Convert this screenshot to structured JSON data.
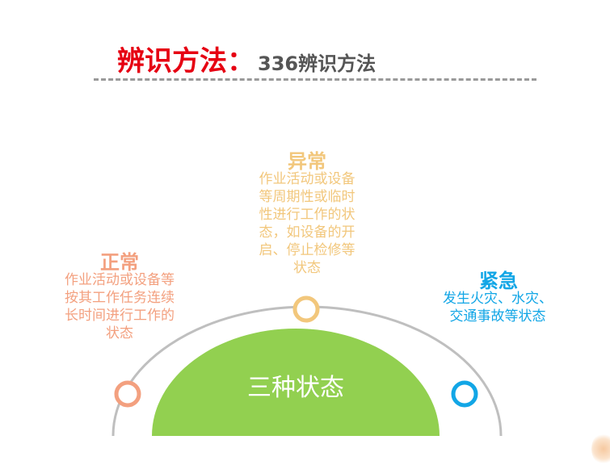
{
  "header": {
    "title": "辨识方法：",
    "subtitle": "336辨识方法"
  },
  "center": {
    "label": "三种状态"
  },
  "states": {
    "normal": {
      "heading": "正常",
      "lines": [
        "作业活动或设备等",
        "按其工作任务连续",
        "长时间进行工作的",
        "状态"
      ]
    },
    "abnormal": {
      "heading": "异常",
      "lines": [
        "作业活动或设备",
        "等周期性或临时",
        "性进行工作的状",
        "态，如设备的开",
        "启、停止检修等",
        "状态"
      ]
    },
    "emergency": {
      "heading": "紧急",
      "lines": [
        "发生火灾、水灾、",
        "交通事故等状态"
      ]
    }
  },
  "colors": {
    "title_red": "#e60012",
    "subtitle_gray": "#555555",
    "normal": "#f3a07f",
    "abnormal": "#f2c77c",
    "emergency": "#12a6e6",
    "center_fill": "#92d050",
    "arc": "#bfbfbf"
  }
}
